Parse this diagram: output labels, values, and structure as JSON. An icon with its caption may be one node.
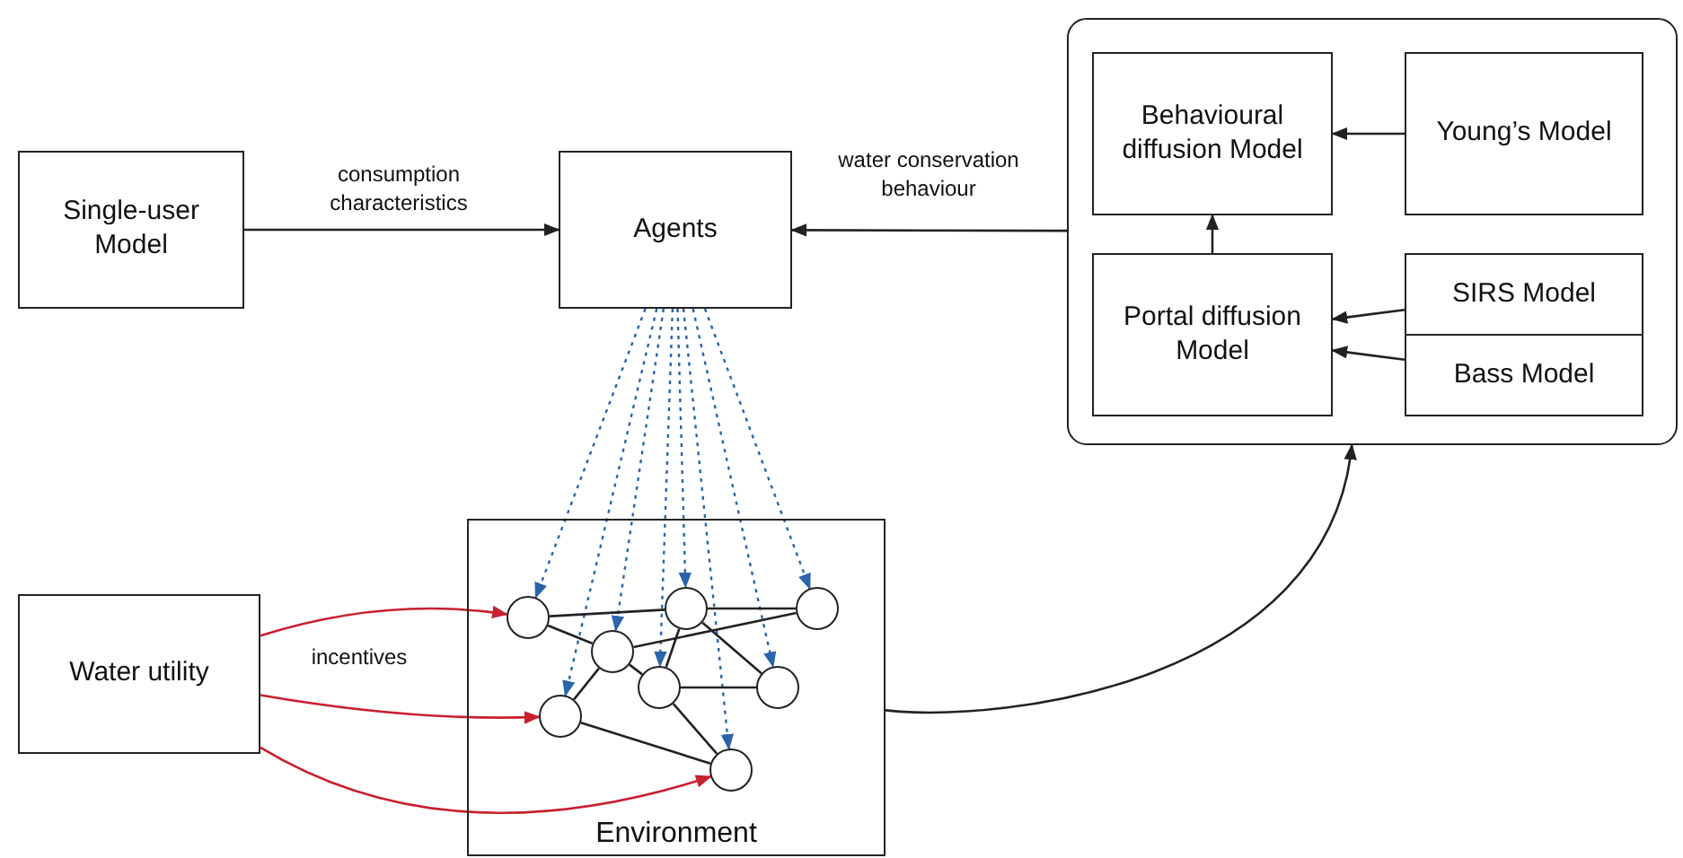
{
  "diagram": {
    "nodes": [
      {
        "text": [
          "Single-user Model"
        ]
      },
      {
        "text": [
          "Agents"
        ]
      },
      {
        "text": [],
        "shape": "box"
      },
      {
        "text": [
          "Behavioural diffusion Model"
        ],
        "in": 2
      },
      {
        "text": [
          "Young’s Model"
        ],
        "in": 2
      },
      {
        "text": [
          "Portal diffusion Model"
        ],
        "in": 2
      },
      {
        "text": [
          "SIRS Model"
        ],
        "in": 2
      },
      {
        "text": [
          "Bass Model"
        ],
        "in": 2
      },
      {
        "text": [
          "Water utility"
        ]
      },
      {
        "text": [
          "Environment"
        ]
      },
      {
        "text": [],
        "shape": "circle",
        "in": 9
      },
      {
        "text": [],
        "shape": "circle",
        "in": 9
      },
      {
        "text": [],
        "shape": "circle",
        "in": 9
      },
      {
        "text": [],
        "shape": "circle",
        "in": 9
      },
      {
        "text": [],
        "shape": "circle",
        "in": 9
      },
      {
        "text": [],
        "shape": "circle",
        "in": 9
      },
      {
        "text": [],
        "shape": "circle",
        "in": 9
      },
      {
        "text": [],
        "shape": "circle",
        "in": 9
      }
    ],
    "edges": [
      {
        "from": 0,
        "to": 1,
        "arrow": "to",
        "label": "consumption characteristics"
      },
      {
        "from": 2,
        "to": 1,
        "arrow": "to",
        "label": "water conservation behaviour"
      },
      {
        "from": 4,
        "to": 3,
        "arrow": "to"
      },
      {
        "from": 5,
        "to": 3,
        "arrow": "to"
      },
      {
        "from": 6,
        "to": 5,
        "arrow": "to"
      },
      {
        "from": 7,
        "to": 5,
        "arrow": "to"
      },
      {
        "from": 9,
        "to": 2,
        "arrow": "to"
      },
      {
        "from": 8,
        "to": 10,
        "arrow": "to",
        "color": "#c8202f",
        "label": "incentives"
      },
      {
        "from": 8,
        "to": 11,
        "arrow": "to",
        "color": "#c8202f"
      },
      {
        "from": 8,
        "to": 15,
        "arrow": "to",
        "color": "#c8202f"
      },
      {
        "from": 1,
        "to": 10,
        "arrow": "to",
        "style": "dashed",
        "color": "#2a64ad"
      },
      {
        "from": 1,
        "to": 11,
        "arrow": "to",
        "style": "dashed",
        "color": "#2a64ad"
      },
      {
        "from": 1,
        "to": 12,
        "arrow": "to",
        "style": "dashed",
        "color": "#2a64ad"
      },
      {
        "from": 1,
        "to": 13,
        "arrow": "to",
        "style": "dashed",
        "color": "#2a64ad"
      },
      {
        "from": 1,
        "to": 14,
        "arrow": "to",
        "style": "dashed",
        "color": "#2a64ad"
      },
      {
        "from": 1,
        "to": 15,
        "arrow": "to",
        "style": "dashed",
        "color": "#2a64ad"
      },
      {
        "from": 1,
        "to": 16,
        "arrow": "to",
        "style": "dashed",
        "color": "#2a64ad"
      },
      {
        "from": 1,
        "to": 17,
        "arrow": "to",
        "style": "dashed",
        "color": "#2a64ad"
      },
      {
        "from": 10,
        "to": 14,
        "arrow": "none"
      },
      {
        "from": 10,
        "to": 12,
        "arrow": "none"
      },
      {
        "from": 14,
        "to": 17,
        "arrow": "none"
      },
      {
        "from": 12,
        "to": 17,
        "arrow": "none"
      },
      {
        "from": 14,
        "to": 13,
        "arrow": "none"
      },
      {
        "from": 14,
        "to": 16,
        "arrow": "none"
      },
      {
        "from": 12,
        "to": 13,
        "arrow": "none"
      },
      {
        "from": 12,
        "to": 11,
        "arrow": "none"
      },
      {
        "from": 13,
        "to": 16,
        "arrow": "none"
      },
      {
        "from": 13,
        "to": 15,
        "arrow": "none"
      },
      {
        "from": 11,
        "to": 15,
        "arrow": "none"
      }
    ]
  }
}
